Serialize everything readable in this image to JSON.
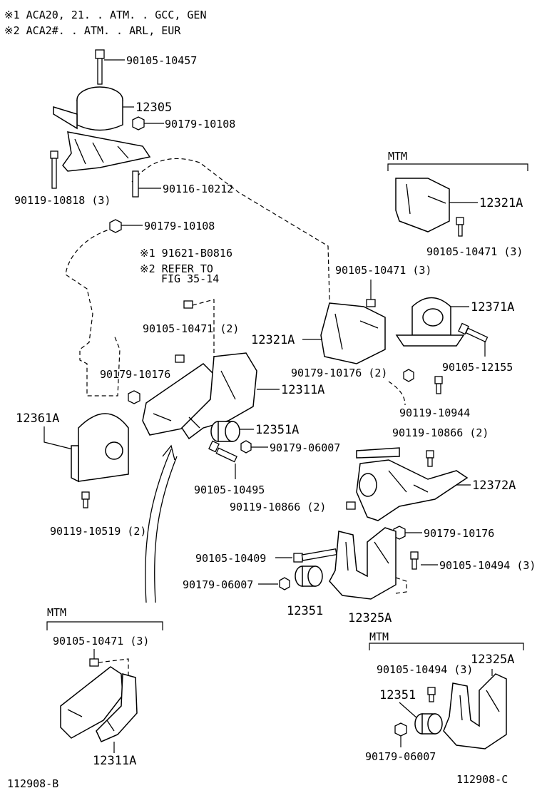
{
  "notes": {
    "note1": "※1  ACA20, 21. . ATM. . GCC, GEN",
    "note2": "※2  ACA2#. . ATM. . ARL, EUR",
    "refer1": "※1 91621-B0816",
    "refer2": "※2 REFER TO",
    "refer3": "FIG 35-14"
  },
  "groups": {
    "mtm_top_right": "MTM",
    "mtm_bottom_left": "MTM",
    "mtm_bottom_right": "MTM"
  },
  "labels": {
    "p90105_10457": "90105-10457",
    "p12305": "12305",
    "p90179_10108_a": "90179-10108",
    "p90116_10212": "90116-10212",
    "p90119_10818": "90119-10818 (3)",
    "p90179_10108_b": "90179-10108",
    "p12321A_a": "12321A",
    "p90105_10471_a": "90105-10471 (3)",
    "p90105_10471_b": "90105-10471 (3)",
    "p12371A": "12371A",
    "p12321A_b": "12321A",
    "p90105_12155": "90105-12155",
    "p90179_10176_a": "90179-10176 (2)",
    "p90119_10944": "90119-10944",
    "p90105_10471_c": "90105-10471 (2)",
    "p90179_10176_b": "90179-10176",
    "p12311A_a": "12311A",
    "p12361A": "12361A",
    "p12351A": "12351A",
    "p90179_06007_a": "90179-06007",
    "p90105_10495": "90105-10495",
    "p90119_10866_a": "90119-10866 (2)",
    "p12372A": "12372A",
    "p90119_10866_b": "90119-10866 (2)",
    "p90119_10519": "90119-10519 (2)",
    "p90179_10176_c": "90179-10176",
    "p90105_10409": "90105-10409",
    "p90105_10494_a": "90105-10494 (3)",
    "p90179_06007_b": "90179-06007",
    "p12351_a": "12351",
    "p12325A_a": "12325A",
    "p90105_10471_d": "90105-10471 (3)",
    "p12311A_b": "12311A",
    "p90105_10494_b": "90105-10494 (3)",
    "p12325A_b": "12325A",
    "p12351_b": "12351",
    "p90179_06007_c": "90179-06007"
  },
  "footer": {
    "left_code": "112908-B",
    "right_code": "112908-C"
  }
}
